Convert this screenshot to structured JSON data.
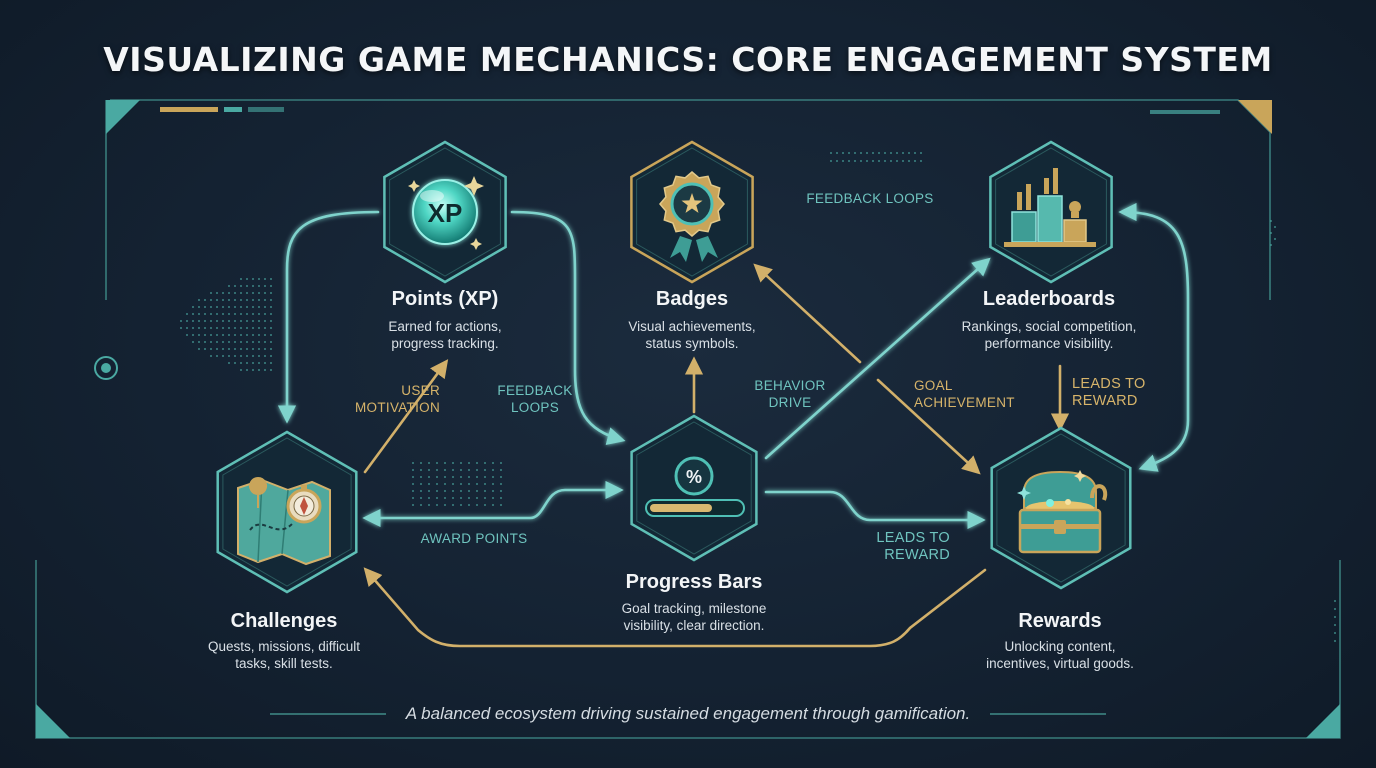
{
  "title": "VISUALIZING GAME MECHANICS: CORE ENGAGEMENT SYSTEM",
  "nodes": {
    "points": {
      "title": "Points (XP)",
      "desc_lines": [
        "Earned for actions,",
        "progress tracking."
      ],
      "icon_text": "XP"
    },
    "badges": {
      "title": "Badges",
      "desc_lines": [
        "Visual achievements,",
        "status symbols."
      ]
    },
    "leaderboards": {
      "title": "Leaderboards",
      "desc_lines": [
        "Rankings, social competition,",
        "performance visibility."
      ]
    },
    "challenges": {
      "title": "Challenges",
      "desc_lines": [
        "Quests, missions, difficult",
        "tasks, skill tests."
      ]
    },
    "progress": {
      "title": "Progress Bars",
      "desc_lines": [
        "Goal tracking, milestone",
        "visibility, clear direction."
      ],
      "icon_text": "%"
    },
    "rewards": {
      "title": "Rewards",
      "desc_lines": [
        "Unlocking content,",
        "incentives, virtual goods."
      ]
    }
  },
  "edge_labels": {
    "feedback_top": "FEEDBACK LOOPS",
    "user_motivation": [
      "USER",
      "MOTIVATION"
    ],
    "feedback_mid": [
      "FEEDBACK",
      "LOOPS"
    ],
    "behavior_drive": [
      "BEHAVIOR",
      "DRIVE"
    ],
    "goal_achievement": [
      "GOAL",
      "ACHIEVEMENT"
    ],
    "leads_right": [
      "LEADS TO",
      "REWARD"
    ],
    "award_points": "AWARD POINTS",
    "leads_bottom": [
      "LEADS TO",
      "REWARD"
    ]
  },
  "footer": "A balanced ecosystem driving sustained engagement through gamification.",
  "colors": {
    "background": "#142232",
    "teal": "#5fbfb6",
    "teal_glow": "#8fe3dc",
    "gold": "#c9a55a",
    "text": "#e9eef2"
  },
  "icons": {
    "points": "xp-orb-icon",
    "badges": "star-medal-icon",
    "leaderboards": "bar-podium-icon",
    "challenges": "map-compass-icon",
    "progress": "percent-gauge-icon",
    "rewards": "treasure-chest-icon"
  }
}
